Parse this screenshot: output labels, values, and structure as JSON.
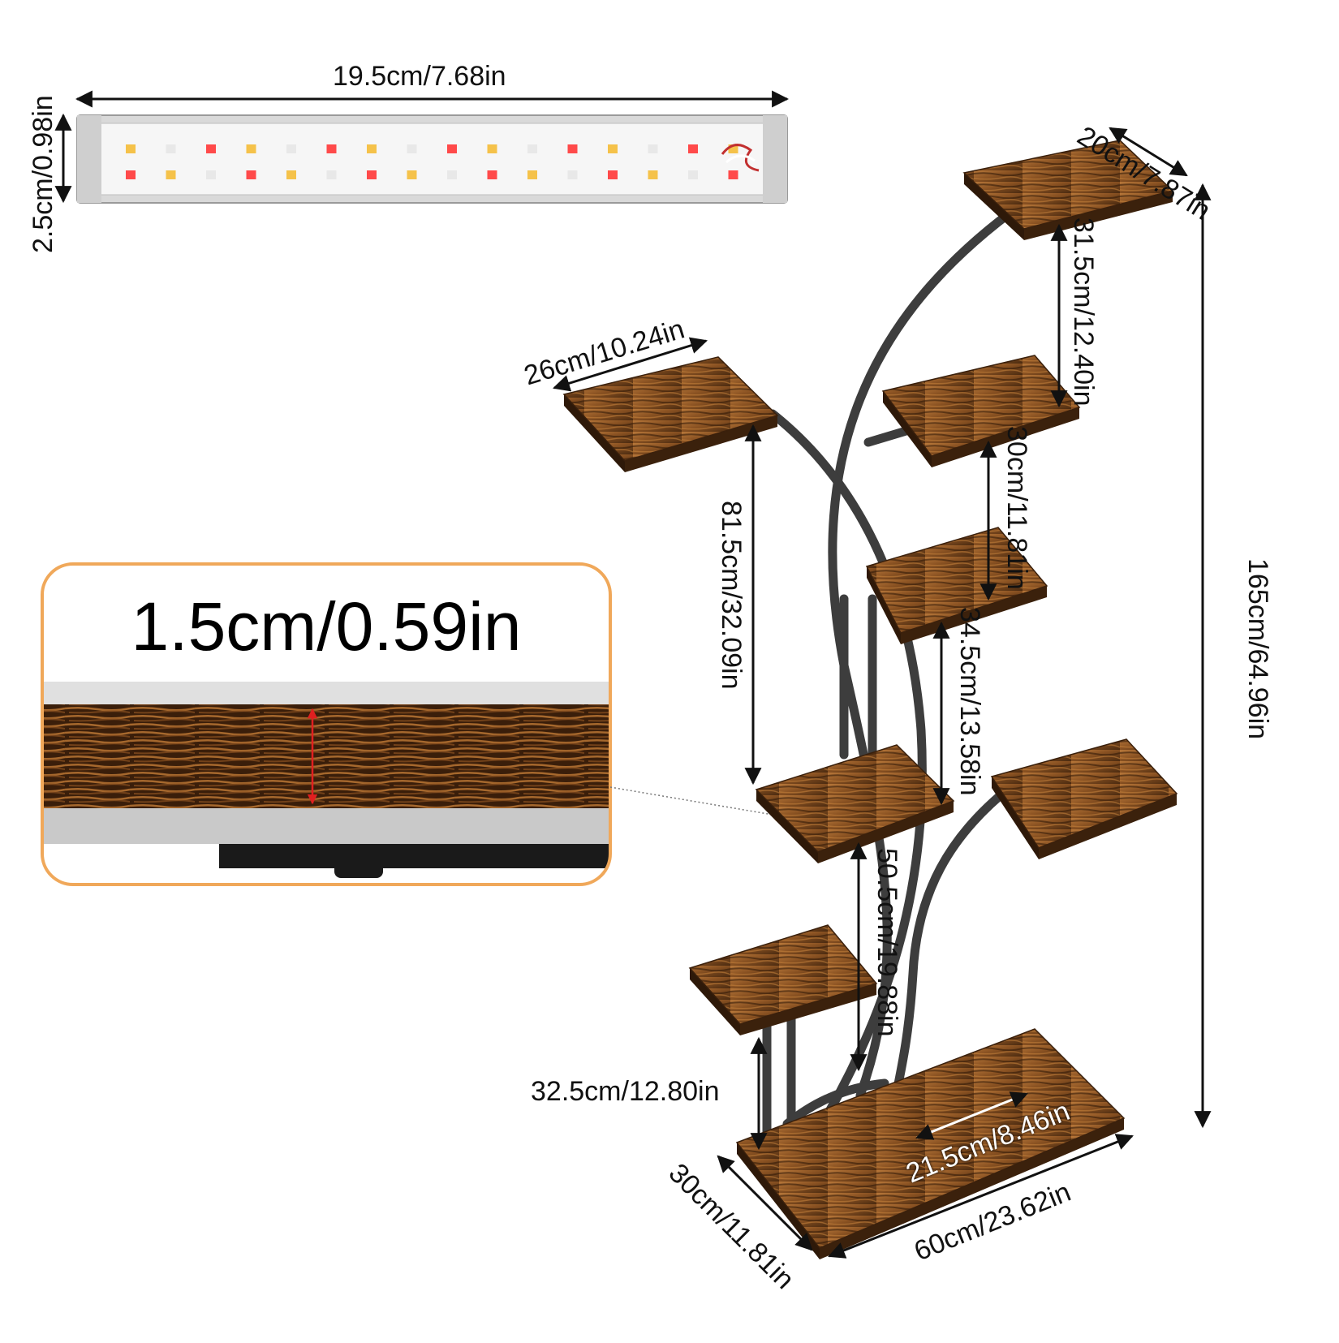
{
  "colors": {
    "wood_dark": "#4a2a10",
    "wood_mid": "#8a5222",
    "wood_light": "#b8783a",
    "frame": "#3d3d3d",
    "inset_border": "#f0a85a",
    "thickness_marker": "#e02020",
    "led_yellow": "#f5c24a",
    "led_red": "#ff4a4a",
    "led_white": "#e8e8e8"
  },
  "led_bar": {
    "length_label": "19.5cm/7.68in",
    "height_label": "2.5cm/0.98in"
  },
  "inset": {
    "thickness_label": "1.5cm/0.59in"
  },
  "shelf_stand": {
    "top_shelf_label": "20cm/7.87in",
    "top_gap_label": "31.5cm/12.40in",
    "left_shelf_label": "26cm/10.24in",
    "gap_30_label": "30cm/11.81in",
    "height_815_label": "81.5cm/32.09in",
    "gap_345_label": "34.5cm/13.58in",
    "total_height_label": "165cm/64.96in",
    "gap_505_label": "50.5cm/19.88in",
    "bottom_gap_label": "32.5cm/12.80in",
    "inner_width_label": "21.5cm/8.46in",
    "depth_label": "30cm/11.81in",
    "width_label": "60cm/23.62in"
  }
}
